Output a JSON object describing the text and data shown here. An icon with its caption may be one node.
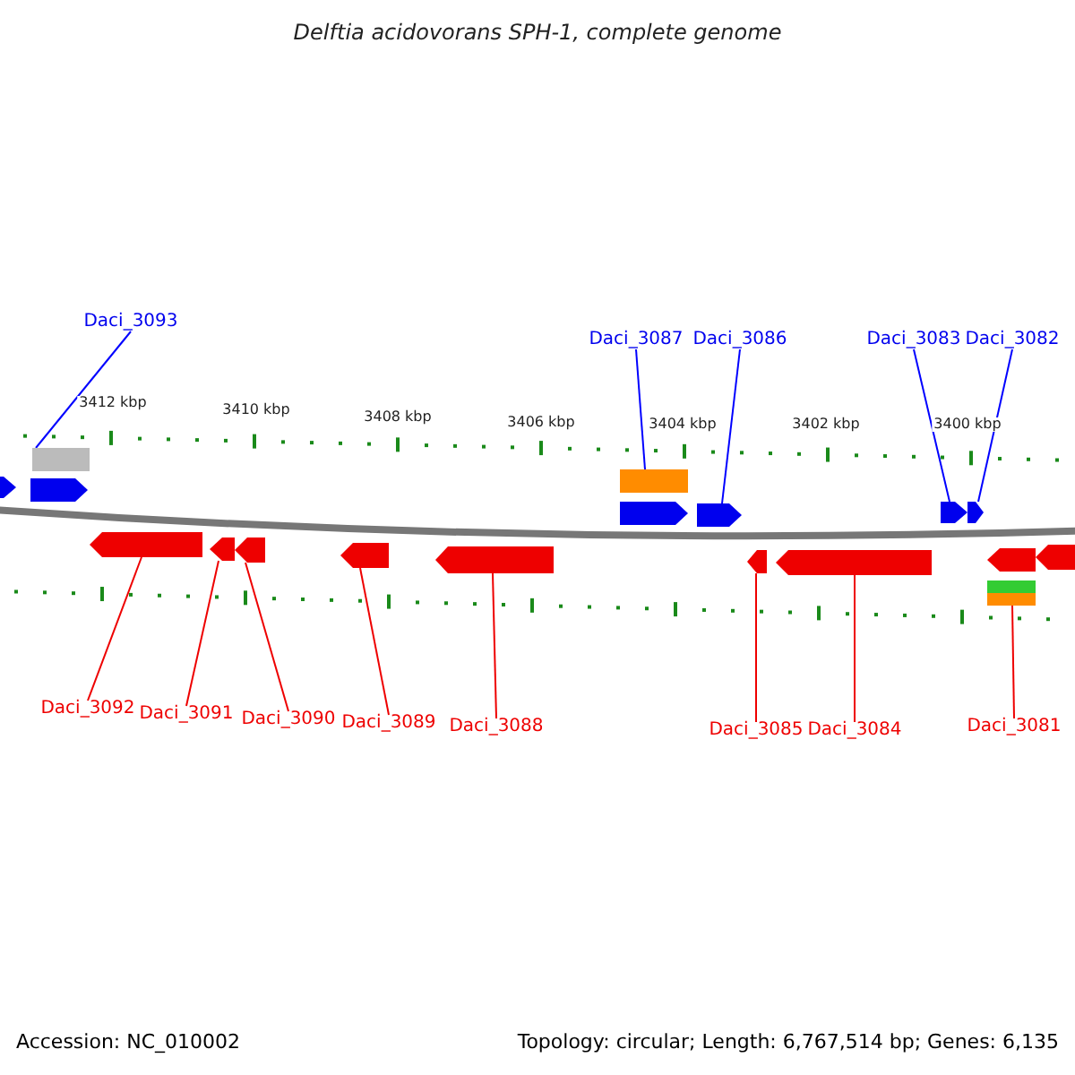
{
  "diagram": {
    "title": "Delftia acidovorans SPH-1, complete genome",
    "nodes": [
      {
        "text": [
          "Daci_3093"
        ]
      },
      {
        "text": [
          "Daci_3087"
        ]
      },
      {
        "text": [
          "Daci_3086"
        ]
      },
      {
        "text": [
          "Daci_3083"
        ]
      },
      {
        "text": [
          "Daci_3082"
        ]
      },
      {
        "text": [
          "Daci_3092"
        ]
      },
      {
        "text": [
          "Daci_3091"
        ]
      },
      {
        "text": [
          "Daci_3090"
        ]
      },
      {
        "text": [
          "Daci_3089"
        ]
      },
      {
        "text": [
          "Daci_3088"
        ]
      },
      {
        "text": [
          "Daci_3085"
        ]
      },
      {
        "text": [
          "Daci_3084"
        ]
      },
      {
        "text": [
          "Daci_3081"
        ]
      },
      {
        "text": [],
        "shape": "bar"
      },
      {
        "text": [],
        "shape": "bar"
      },
      {
        "text": [],
        "shape": "pentagon"
      },
      {
        "text": [],
        "shape": "pentagon"
      },
      {
        "text": [],
        "shape": "pentagon"
      },
      {
        "text": [],
        "shape": "pentagon"
      },
      {
        "text": [],
        "shape": "pentagon"
      },
      {
        "text": [],
        "shape": "pentagon"
      },
      {
        "text": [],
        "shape": "pentagon"
      },
      {
        "text": [],
        "shape": "pentagon"
      },
      {
        "text": [],
        "shape": "pentagon"
      },
      {
        "text": [],
        "shape": "pentagon"
      },
      {
        "text": [],
        "shape": "pentagon"
      },
      {
        "text": [],
        "shape": "pentagon"
      },
      {
        "text": [],
        "shape": "pentagon"
      },
      {
        "text": [],
        "shape": "pentagon"
      },
      {
        "text": [],
        "shape": "pentagon"
      },
      {
        "text": [],
        "shape": "bar"
      },
      {
        "text": [],
        "shape": "bar"
      }
    ],
    "edges": [
      {
        "from": 0,
        "to": 13,
        "arrow": "none",
        "color": "#0000ff"
      },
      {
        "from": 1,
        "to": 14,
        "arrow": "none",
        "color": "#0000ff"
      },
      {
        "from": 2,
        "to": 18,
        "arrow": "none",
        "color": "#0000ff"
      },
      {
        "from": 3,
        "to": 19,
        "arrow": "none",
        "color": "#0000ff"
      },
      {
        "from": 4,
        "to": 20,
        "arrow": "none",
        "color": "#0000ff"
      },
      {
        "from": 5,
        "to": 21,
        "arrow": "none"
      },
      {
        "from": 6,
        "to": 22,
        "arrow": "none"
      },
      {
        "from": 7,
        "to": 23,
        "arrow": "none"
      },
      {
        "from": 8,
        "to": 24,
        "arrow": "none"
      },
      {
        "from": 9,
        "to": 25,
        "arrow": "none"
      },
      {
        "from": 10,
        "to": 26,
        "arrow": "none"
      },
      {
        "from": 11,
        "to": 27,
        "arrow": "none"
      },
      {
        "from": 12,
        "to": 31,
        "arrow": "none"
      }
    ],
    "labels": [
      "3412 kbp",
      "3410 kbp",
      "3408 kbp",
      "3406 kbp",
      "3404 kbp",
      "3402 kbp",
      "3400 kbp",
      "Accession: NC_010002",
      "Topology: circular; Length: 6,767,514 bp; Genes: 6,135"
    ]
  }
}
